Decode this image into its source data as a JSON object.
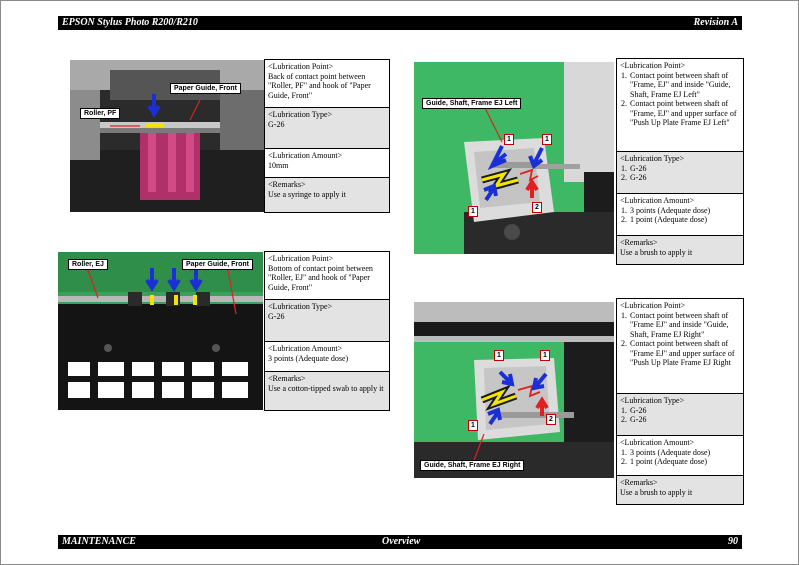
{
  "header": {
    "title": "EPSON Stylus Photo R200/R210",
    "revision": "Revision A"
  },
  "footer": {
    "section": "MAINTENANCE",
    "topic": "Overview",
    "page": "90"
  },
  "panels": [
    {
      "labels": [
        "Paper Guide, Front",
        "Roller, PF"
      ],
      "point_head": "<Lubrication Point>",
      "point_text": "Back of contact point between \"Roller, PF\" and hook of \"Paper Guide, Front\"",
      "type_head": "<Lubrication Type>",
      "type_text": "G-26",
      "amount_head": "<Lubrication Amount>",
      "amount_text": "10mm",
      "remarks_head": "<Remarks>",
      "remarks_text": "Use a syringe to apply it"
    },
    {
      "labels": [
        "Roller, EJ",
        "Paper Guide, Front"
      ],
      "point_head": "<Lubrication Point>",
      "point_text": "Bottom of contact point between \"Roller, EJ\" and hook of \"Paper Guide, Front\"",
      "type_head": "<Lubrication Type>",
      "type_text": "G-26",
      "amount_head": "<Lubrication Amount>",
      "amount_text": "3 points (Adequate dose)",
      "remarks_head": "<Remarks>",
      "remarks_text": "Use a cotton-tipped swab to apply it"
    },
    {
      "labels": [
        "Guide, Shaft, Frame EJ Left"
      ],
      "markers": [
        "1",
        "1",
        "1",
        "2"
      ],
      "point_head": "<Lubrication Point>",
      "point_items": [
        "Contact point between shaft of \"Frame, EJ\" and inside \"Guide, Shaft, Frame EJ Left\"",
        "Contact point between shaft of \"Frame, EJ\" and upper surface of \"Push Up Plate Frame EJ Left\""
      ],
      "type_head": "<Lubrication Type>",
      "type_items": [
        "G-26",
        "G-26"
      ],
      "amount_head": "<Lubrication Amount>",
      "amount_items": [
        "3 points (Adequate dose)",
        "1 point  (Adequate dose)"
      ],
      "remarks_head": "<Remarks>",
      "remarks_text": "Use a brush to apply it"
    },
    {
      "labels": [
        "Guide, Shaft, Frame EJ Right"
      ],
      "markers": [
        "1",
        "1",
        "1",
        "2"
      ],
      "point_head": "<Lubrication Point>",
      "point_items": [
        "Contact point between shaft of \"Frame EJ\" and inside \"Guide, Shaft, Frame EJ Right\"",
        "Contact point between shaft of \"Frame EJ\" and upper surface of \"Push Up Plate Frame EJ Right"
      ],
      "type_head": "<Lubrication Type>",
      "type_items": [
        "G-26",
        "G-26"
      ],
      "amount_head": "<Lubrication Amount>",
      "amount_items": [
        "3 points (Adequate dose)",
        "1 point  (Adequate dose)"
      ],
      "remarks_head": "<Remarks>",
      "remarks_text": "Use a brush to apply it"
    }
  ],
  "list_numbers": [
    "1.",
    "2."
  ]
}
